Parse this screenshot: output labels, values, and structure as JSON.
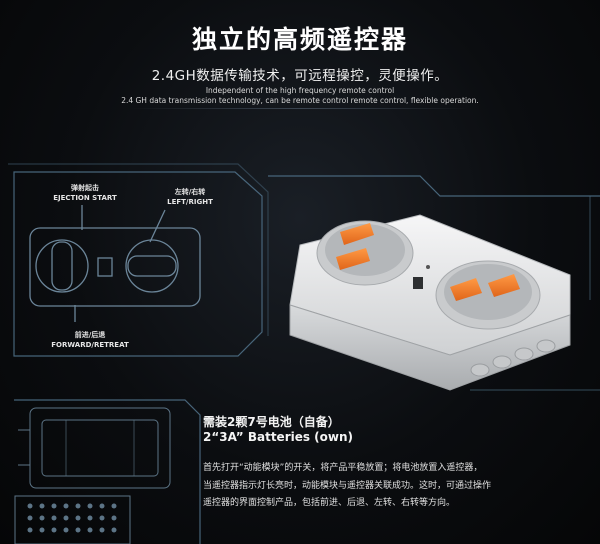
{
  "header": {
    "title": "独立的高频遥控器",
    "subtitle": "2.4GH数据传输技术，可远程操控，灵便操作。",
    "english_line1": "Independent of the high frequency remote control",
    "english_line2": "2.4 GH data transmission technology, can be remote control remote control, flexible operation."
  },
  "diagram": {
    "ejection_cn": "弹射起击",
    "ejection_en": "EJECTION START",
    "leftright_cn": "左转/右转",
    "leftright_en": "LEFT/RIGHT",
    "forward_cn": "前进/后退",
    "forward_en": "FORWARD/RETREAT"
  },
  "battery": {
    "label_cn": "需装2颗7号电池（自备）",
    "label_en": "2“3A” Batteries (own)"
  },
  "description": {
    "lines": [
      "首先打开“动能模块”的开关，将产品平稳放置；将电池放置入遥控器，",
      "当遥控器指示灯长亮时，动能模块与遥控器关联成功。这时，可通过操作",
      "遥控器的界面控制产品，包括前进、后退、左转、右转等方向。"
    ]
  },
  "colors": {
    "hud_line": "#4f6f86",
    "button_orange": "#f07a22",
    "remote_body": "#e9eaeb"
  }
}
